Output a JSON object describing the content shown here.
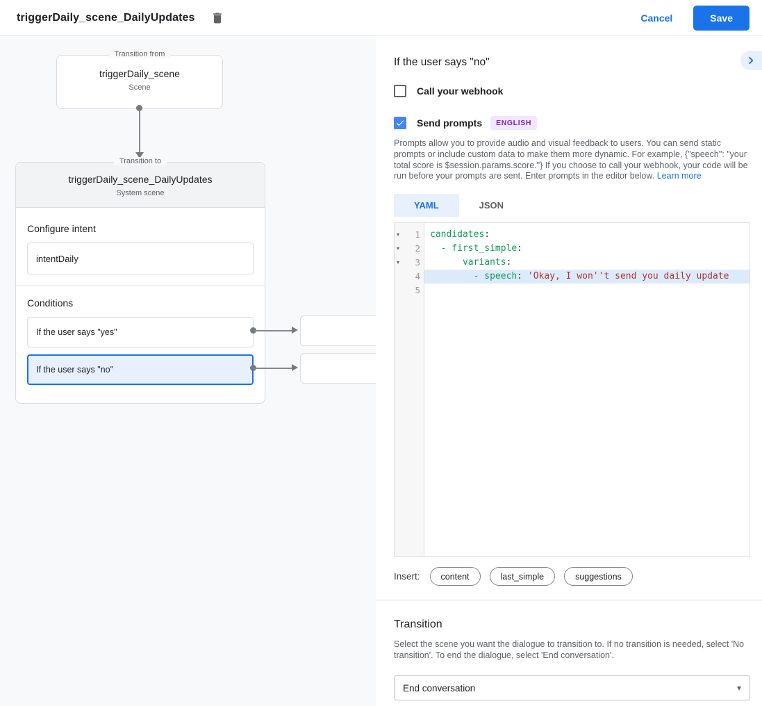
{
  "colors": {
    "accent": "#1a73e8",
    "checkbox": "#4285f4",
    "selection": "#e8f0fe",
    "line-highlight": "#dcebfb",
    "yaml-key": "#0f9d58",
    "yaml-string": "#b0352b",
    "badge-bg": "#f2e7fe",
    "badge-fg": "#7627bb"
  },
  "header": {
    "title": "triggerDaily_scene_DailyUpdates",
    "cancel_label": "Cancel",
    "save_label": "Save"
  },
  "canvas": {
    "from_box": {
      "legend": "Transition from",
      "name": "triggerDaily_scene",
      "type": "Scene"
    },
    "to_box": {
      "legend": "Transition to",
      "name": "triggerDaily_scene_DailyUpdates",
      "type": "System scene",
      "configure_intent": {
        "label": "Configure intent",
        "value": "intentDaily"
      },
      "conditions": {
        "label": "Conditions",
        "items": [
          {
            "label": "If the user says \"yes\"",
            "selected": false
          },
          {
            "label": "If the user says \"no\"",
            "selected": true
          }
        ]
      }
    }
  },
  "panel": {
    "title": "If the user says \"no\"",
    "webhook_checkbox": {
      "label": "Call your webhook",
      "checked": false
    },
    "prompts_checkbox": {
      "label": "Send prompts",
      "checked": true,
      "badge": "ENGLISH"
    },
    "description": "Prompts allow you to provide audio and visual feedback to users. You can send static prompts or include custom data to make them more dynamic. For example, {\"speech\": \"your total score is $session.params.score.\"} If you choose to call your webhook, your code will be run before your prompts are sent. Enter prompts in the editor below.",
    "learn_more": "Learn more",
    "tabs": [
      {
        "label": "YAML",
        "active": true
      },
      {
        "label": "JSON",
        "active": false
      }
    ],
    "editor": {
      "lines": [
        {
          "n": "1",
          "fold": true,
          "hl": false,
          "parts": [
            [
              "k",
              "candidates"
            ],
            [
              "p",
              ":"
            ]
          ]
        },
        {
          "n": "2",
          "fold": true,
          "hl": false,
          "parts": [
            [
              "k",
              "  - first_simple"
            ],
            [
              "p",
              ":"
            ]
          ]
        },
        {
          "n": "3",
          "fold": true,
          "hl": false,
          "parts": [
            [
              "k",
              "      variants"
            ],
            [
              "p",
              ":"
            ]
          ]
        },
        {
          "n": "4",
          "fold": false,
          "hl": true,
          "parts": [
            [
              "k",
              "        - speech"
            ],
            [
              "p",
              ": "
            ],
            [
              "s",
              "'Okay, I won''t send you daily update"
            ]
          ]
        },
        {
          "n": "5",
          "fold": false,
          "hl": false,
          "parts": []
        }
      ]
    },
    "insert": {
      "label": "Insert:",
      "chips": [
        "content",
        "last_simple",
        "suggestions"
      ]
    },
    "transition": {
      "title": "Transition",
      "description": "Select the scene you want the dialogue to transition to. If no transition is needed, select 'No transition'. To end the dialogue, select 'End conversation'.",
      "select_value": "End conversation"
    }
  }
}
